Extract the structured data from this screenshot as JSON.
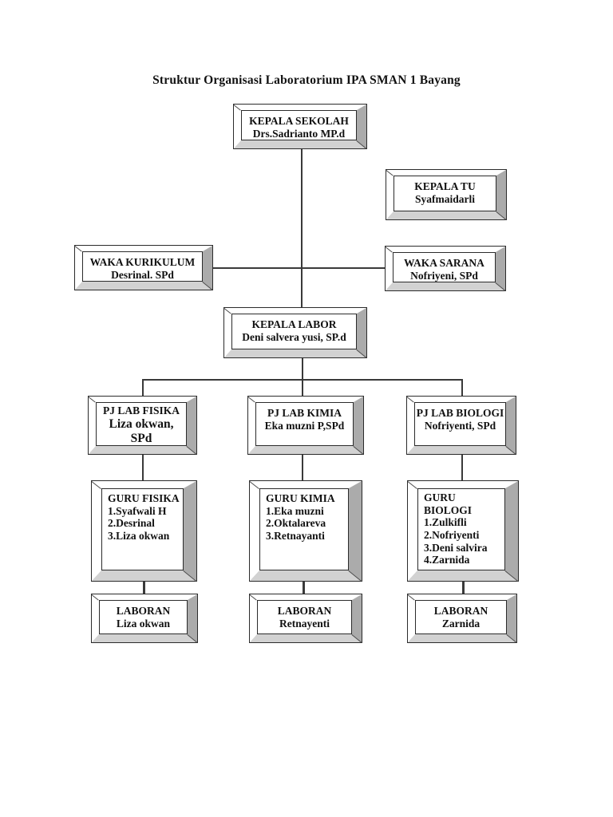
{
  "page": {
    "title": "Struktur Organisasi Laboratorium IPA SMAN 1 Bayang",
    "background": "#ffffff"
  },
  "style": {
    "bevel_right_color": "#ababab",
    "bevel_bottom_color": "#d2d2d2",
    "box_face_color": "#ffffff",
    "border_color": "#2b2b2b",
    "text_color": "#111111",
    "connector_color": "#3a3a3a"
  },
  "org": {
    "kepala_sekolah": {
      "title": "KEPALA SEKOLAH",
      "person": "Drs.Sadrianto MP.d"
    },
    "kepala_tu": {
      "title": "KEPALA TU",
      "person": "Syafmaidarli"
    },
    "waka_kurikulum": {
      "title": "WAKA KURIKULUM",
      "person": "Desrinal. SPd"
    },
    "waka_sarana": {
      "title": "WAKA SARANA",
      "person": "Nofriyeni, SPd"
    },
    "kepala_labor": {
      "title": "KEPALA LABOR",
      "person": "Deni salvera yusi, SP.d"
    },
    "pj_lab_fisika": {
      "title": "PJ LAB FISIKA",
      "person_line1": "Liza okwan,",
      "person_line2": "SPd"
    },
    "pj_lab_kimia": {
      "title": "PJ LAB KIMIA",
      "person": "Eka muzni P,SPd"
    },
    "pj_lab_biologi": {
      "title": "PJ LAB BIOLOGI",
      "person": "Nofriyenti, SPd"
    },
    "guru_fisika": {
      "title": "GURU FISIKA",
      "members": [
        "1.Syafwali H",
        "2.Desrinal",
        "3.Liza okwan"
      ]
    },
    "guru_kimia": {
      "title": "GURU KIMIA",
      "members": [
        "1.Eka muzni",
        "2.Oktalareva",
        "3.Retnayanti"
      ]
    },
    "guru_biologi": {
      "title_lines": [
        "GURU",
        "BIOLOGI"
      ],
      "members": [
        "1.Zulkifli",
        "2.Nofriyenti",
        "3.Deni salvira",
        "4.Zarnida"
      ]
    },
    "laboran_fisika": {
      "title": "LABORAN",
      "person": "Liza okwan"
    },
    "laboran_kimia": {
      "title": "LABORAN",
      "person": "Retnayenti"
    },
    "laboran_biologi": {
      "title": "LABORAN",
      "person": "Zarnida"
    }
  }
}
